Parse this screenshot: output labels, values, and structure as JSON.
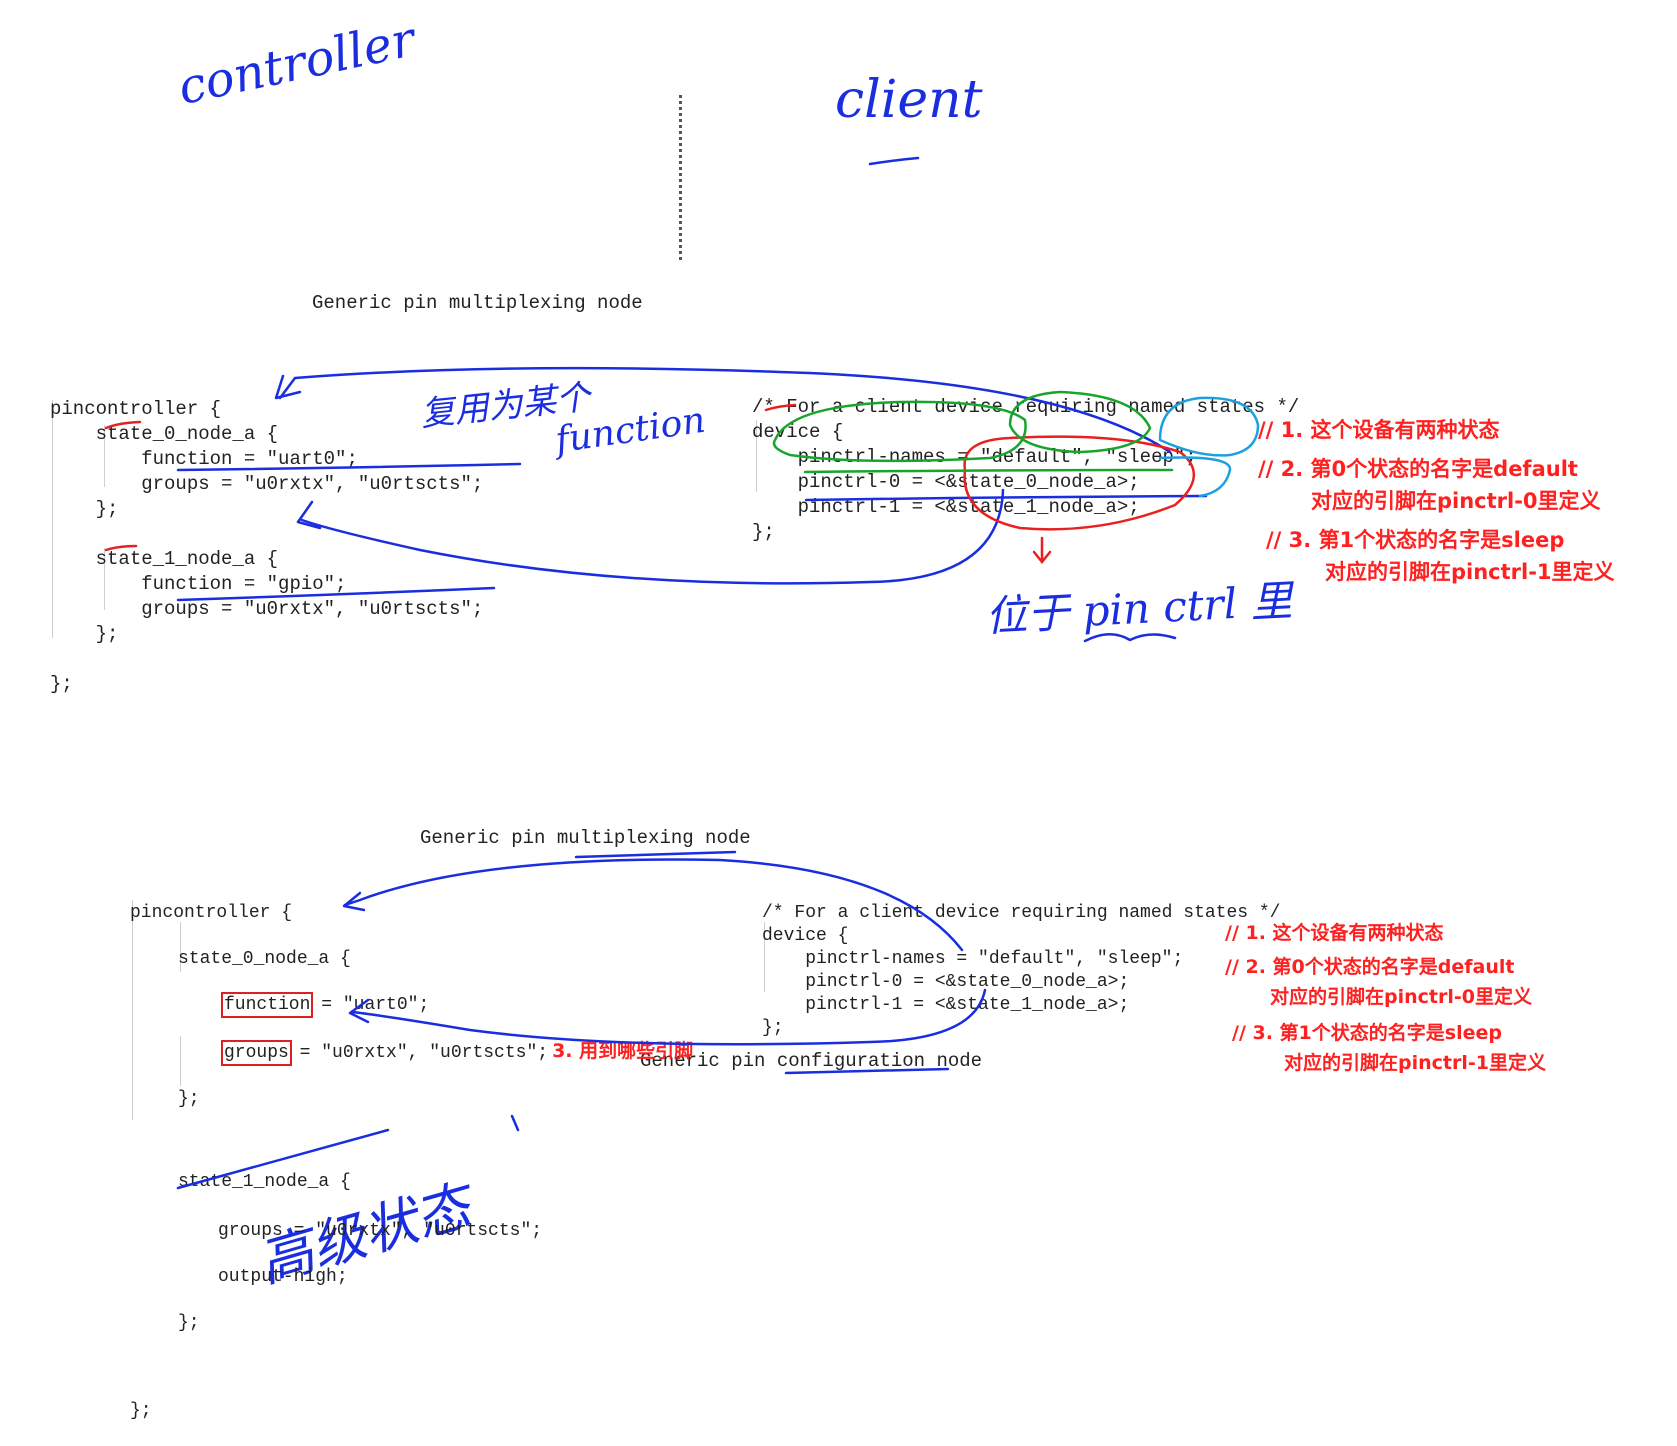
{
  "colors": {
    "ink_blue": "#1a2ee0",
    "note_red": "#ff2020",
    "ink_green": "#17a52c",
    "ink_cyan": "#1da0e0",
    "ink_red": "#e82020"
  },
  "handwriting": {
    "controller": "controller",
    "client": "client",
    "reuse_function": "复用为某个",
    "function_word": "function",
    "in_pinctrl": "位于 pin ctrl 里",
    "config": "高级状态"
  },
  "top": {
    "caption": "Generic pin multiplexing node",
    "left_code": [
      "pincontroller {",
      "    state_0_node_a {",
      "        function = \"uart0\";",
      "        groups = \"u0rxtx\", \"u0rtscts\";",
      "    };",
      "",
      "    state_1_node_a {",
      "        function = \"gpio\";",
      "        groups = \"u0rxtx\", \"u0rtscts\";",
      "    };",
      "",
      "};"
    ],
    "right_code": [
      "/* For a client device requiring named states */",
      "device {",
      "    pinctrl-names = \"default\", \"sleep\";",
      "    pinctrl-0 = <&state_0_node_a>;",
      "    pinctrl-1 = <&state_1_node_a>;",
      "};"
    ],
    "notes": [
      "// 1. 这个设备有两种状态",
      "// 2. 第0个状态的名字是default",
      "对应的引脚在pinctrl-0里定义",
      "// 3. 第1个状态的名字是sleep",
      "对应的引脚在pinctrl-1里定义"
    ]
  },
  "bottom": {
    "caption_mux": "Generic pin multiplexing node",
    "caption_conf": "Generic pin configuration node",
    "left": {
      "l1": "pincontroller {",
      "l2": "state_0_node_a {",
      "function_kw": "function",
      "function_val": "= \"uart0\";",
      "groups_kw": "groups",
      "groups_val": "= \"u0rxtx\", \"u0rtscts\";",
      "groups_note": "3. 用到哪些引脚",
      "l5": "};",
      "l6": "state_1_node_a {",
      "l7": "groups = \"u0rxtx\", \"u0rtscts\";",
      "l8": "output-high;",
      "l9": "};",
      "l10": "};"
    },
    "right_code": [
      "/* For a client device requiring named states */",
      "device {",
      "    pinctrl-names = \"default\", \"sleep\";",
      "    pinctrl-0 = <&state_0_node_a>;",
      "    pinctrl-1 = <&state_1_node_a>;",
      "};"
    ],
    "notes": [
      "// 1. 这个设备有两种状态",
      "// 2. 第0个状态的名字是default",
      "对应的引脚在pinctrl-0里定义",
      "// 3. 第1个状态的名字是sleep",
      "对应的引脚在pinctrl-1里定义"
    ]
  }
}
